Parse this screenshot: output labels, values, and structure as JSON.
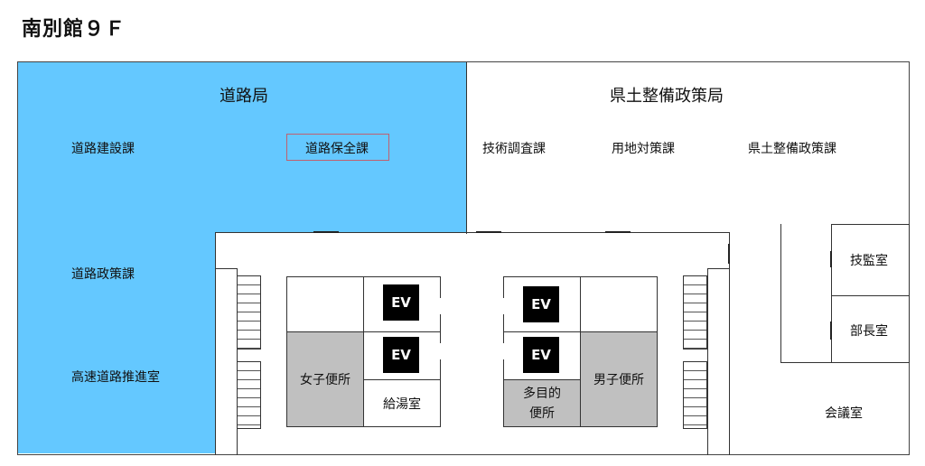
{
  "floor_title": "南別館９Ｆ",
  "bureaus": {
    "road": "道路局",
    "prefectural": "県土整備政策局"
  },
  "rooms": {
    "road_construction": "道路建設課",
    "road_maintenance": "道路保全課",
    "road_policy": "道路政策課",
    "expressway": "高速道路推進室",
    "technical_survey": "技術調査課",
    "land_policy": "用地対策課",
    "prefectural_policy": "県土整備政策課",
    "tech_inspection": "技監室",
    "director": "部長室",
    "meeting": "会議室",
    "womens_toilet": "女子便所",
    "hot_water": "給湯室",
    "multipurpose_line1": "多目的",
    "multipurpose_line2": "便所",
    "mens_toilet": "男子便所"
  },
  "elevators": [
    "EV",
    "EV",
    "EV",
    "EV"
  ],
  "colors": {
    "road_area": "#64c8ff",
    "toilet_gray": "#c0c0c0",
    "elevator": "#000000"
  }
}
